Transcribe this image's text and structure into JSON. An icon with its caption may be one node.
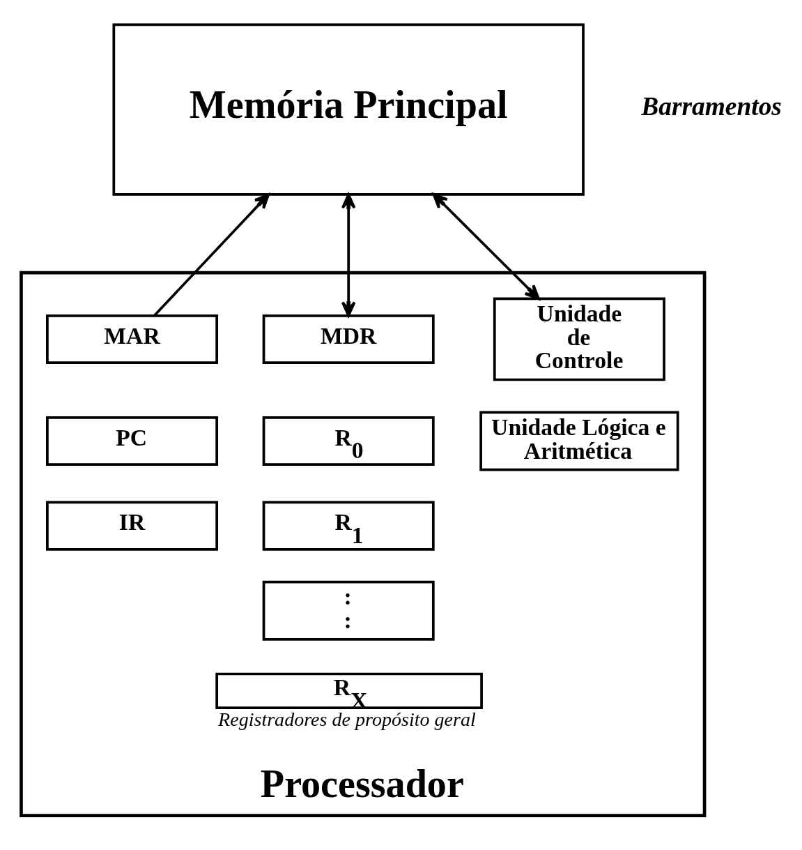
{
  "diagram": {
    "nodes": [
      {
        "text": [
          "Memória Principal"
        ]
      },
      {
        "text": [
          "Processador"
        ]
      },
      {
        "text": [
          "MAR"
        ],
        "in": 1
      },
      {
        "text": [
          "PC"
        ],
        "in": 1
      },
      {
        "text": [
          "IR"
        ],
        "in": 1
      },
      {
        "text": [
          "MDR"
        ],
        "in": 1
      },
      {
        "text": [
          "R$_{0}$"
        ],
        "in": 1
      },
      {
        "text": [
          "R$_{1}$"
        ],
        "in": 1
      },
      {
        "text": [
          ":",
          ":"
        ],
        "in": 1
      },
      {
        "text": [
          "R$_{X}$"
        ],
        "in": 1,
        "beside": [
          "Registradores de propósito geral"
        ]
      },
      {
        "text": [
          "Unidade de Controle"
        ],
        "in": 1
      },
      {
        "text": [
          "Unidade Lógica e Aritmética"
        ],
        "in": 1
      }
    ],
    "edges": [
      {
        "from": 2,
        "to": 0,
        "arrow": "to"
      },
      {
        "from": 5,
        "to": 0,
        "arrow": "both"
      },
      {
        "from": 10,
        "to": 0,
        "arrow": "both"
      }
    ],
    "labels": [
      "Barramentos"
    ]
  }
}
